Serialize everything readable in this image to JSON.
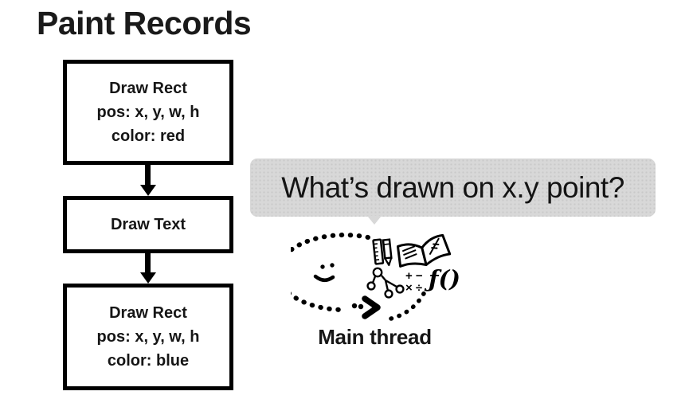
{
  "title": "Paint Records",
  "flowchart": {
    "boxes": [
      {
        "lines": [
          "Draw Rect",
          "pos: x, y, w, h",
          "color: red"
        ]
      },
      {
        "lines": [
          "Draw Text"
        ]
      },
      {
        "lines": [
          "Draw Rect",
          "pos: x, y, w, h",
          "color: blue"
        ]
      }
    ]
  },
  "speech_bubble": {
    "text": "What’s drawn on x.y point?",
    "background_color": "#d8d8d8"
  },
  "main_thread": {
    "label": "Main thread",
    "math_row1": "+ −",
    "math_row2": "× ÷",
    "function_text": "ƒ()",
    "icons": [
      "dotted-loop-icon",
      "smiley-face-icon",
      "chevron-arrow-icon",
      "ruler-icon",
      "pencil-icon",
      "open-book-icon",
      "node-tree-icon",
      "math-symbols-icon",
      "function-icon"
    ]
  },
  "colors": {
    "ink": "#111111",
    "box_border": "#000000",
    "background": "#ffffff"
  }
}
